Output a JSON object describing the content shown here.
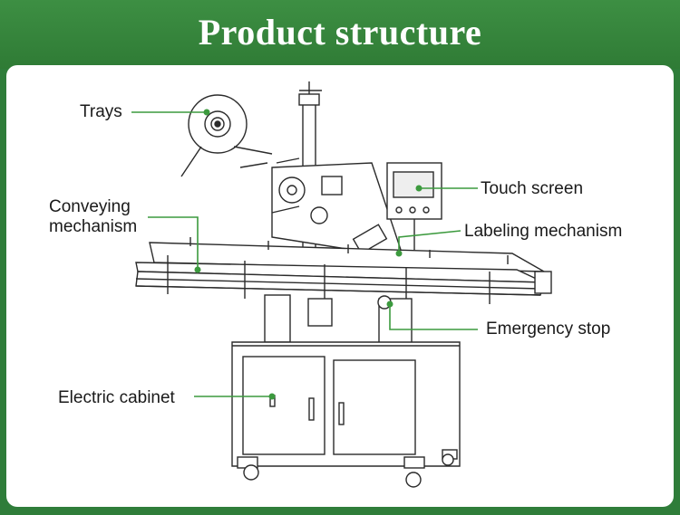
{
  "header": {
    "title": "Product structure"
  },
  "labels": {
    "trays": "Trays",
    "conveying_line1": "Conveying",
    "conveying_line2": "mechanism",
    "electric_cabinet": "Electric cabinet",
    "touch_screen": "Touch screen",
    "labeling_mechanism": "Labeling mechanism",
    "emergency_stop": "Emergency stop"
  },
  "colors": {
    "header_green": "#2f7d3a",
    "leader_green": "#3c9a3e",
    "panel": "#ffffff",
    "line_art": "#2b2b2b"
  }
}
